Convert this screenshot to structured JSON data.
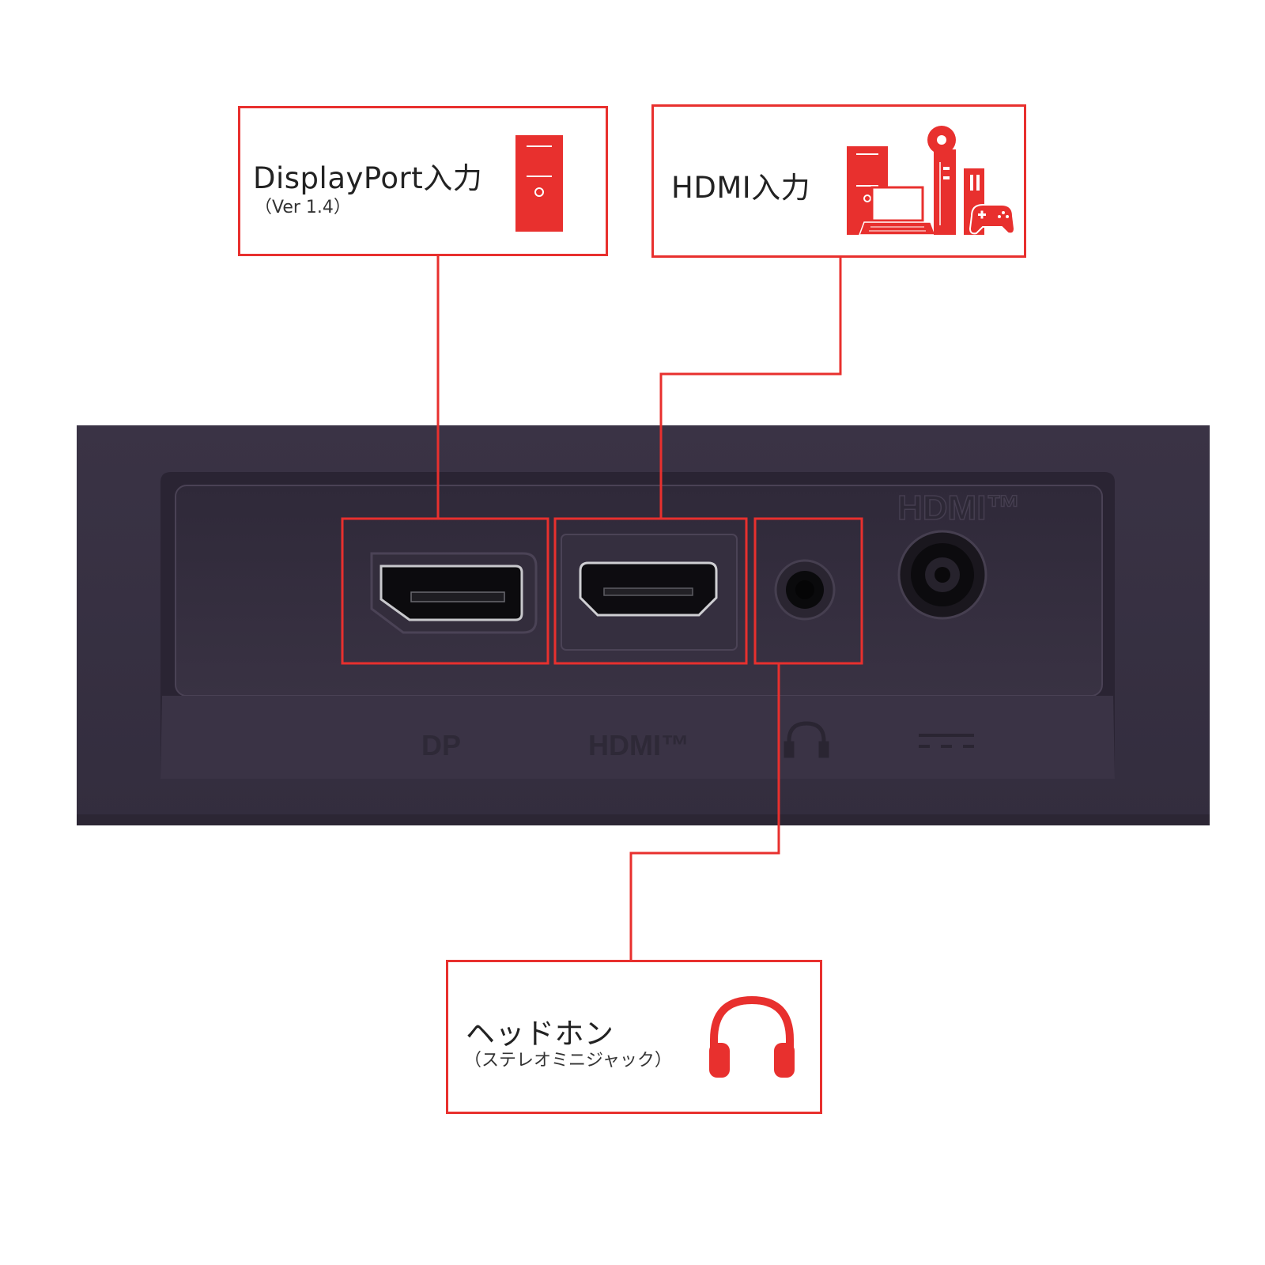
{
  "callouts": {
    "displayport": {
      "title": "DisplayPort入力",
      "subtitle": "（Ver 1.4）"
    },
    "hdmi": {
      "title": "HDMI入力"
    },
    "headphone": {
      "title": "ヘッドホン",
      "subtitle": "（ステレオミニジャック）"
    }
  },
  "panel_labels": {
    "dp": "DP",
    "hdmi": "HDMI™",
    "hdmi_logo": "HDMI™"
  },
  "icons": [
    "desktop-pc-icon",
    "pc-laptop-console-icon",
    "headphones-icon",
    "headphone-symbol-icon",
    "dc-power-symbol-icon"
  ],
  "colors": {
    "accent": "#e8302e",
    "panel": "#3d3548",
    "panel_recess": "#2f2939"
  }
}
